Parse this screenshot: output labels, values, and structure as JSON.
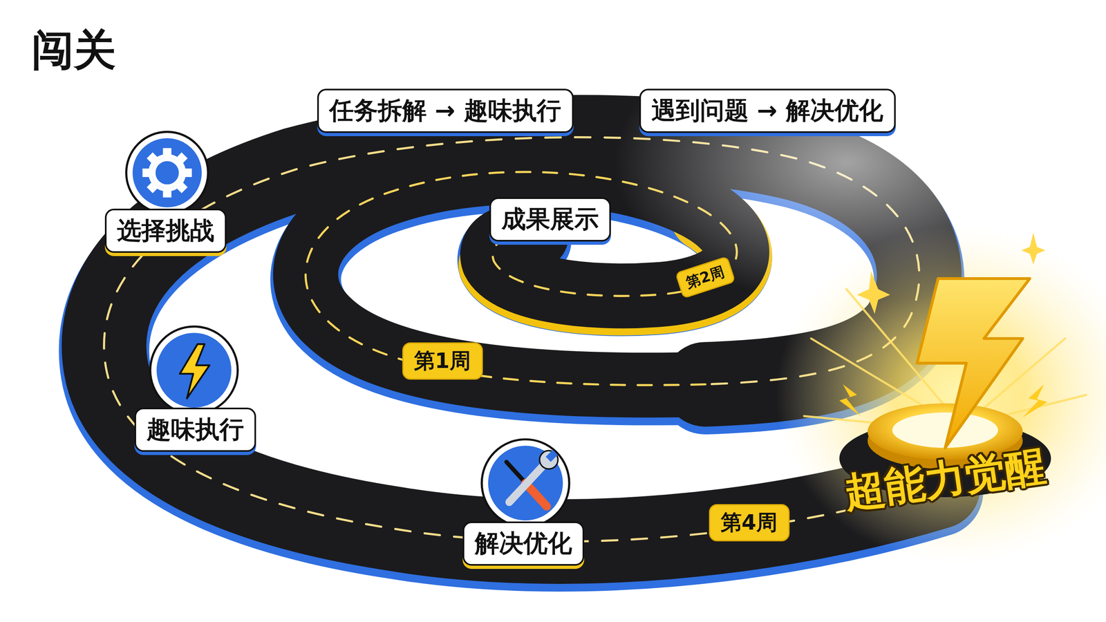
{
  "diagram": {
    "title": "闯关",
    "nodes": [
      {
        "text": [
          "任务拆解 → 趣味执行"
        ]
      },
      {
        "text": [
          "遇到问题 → 解决优化"
        ]
      },
      {
        "text": [
          "选择挑战"
        ]
      },
      {
        "text": [
          "成果展示"
        ]
      },
      {
        "text": [
          "第2周"
        ]
      },
      {
        "text": [
          "第1周"
        ]
      },
      {
        "text": [
          "趣味执行"
        ]
      },
      {
        "text": [
          "解决优化"
        ]
      },
      {
        "text": [
          "第4周"
        ]
      }
    ],
    "labels": [
      "超能力觉醒"
    ]
  }
}
